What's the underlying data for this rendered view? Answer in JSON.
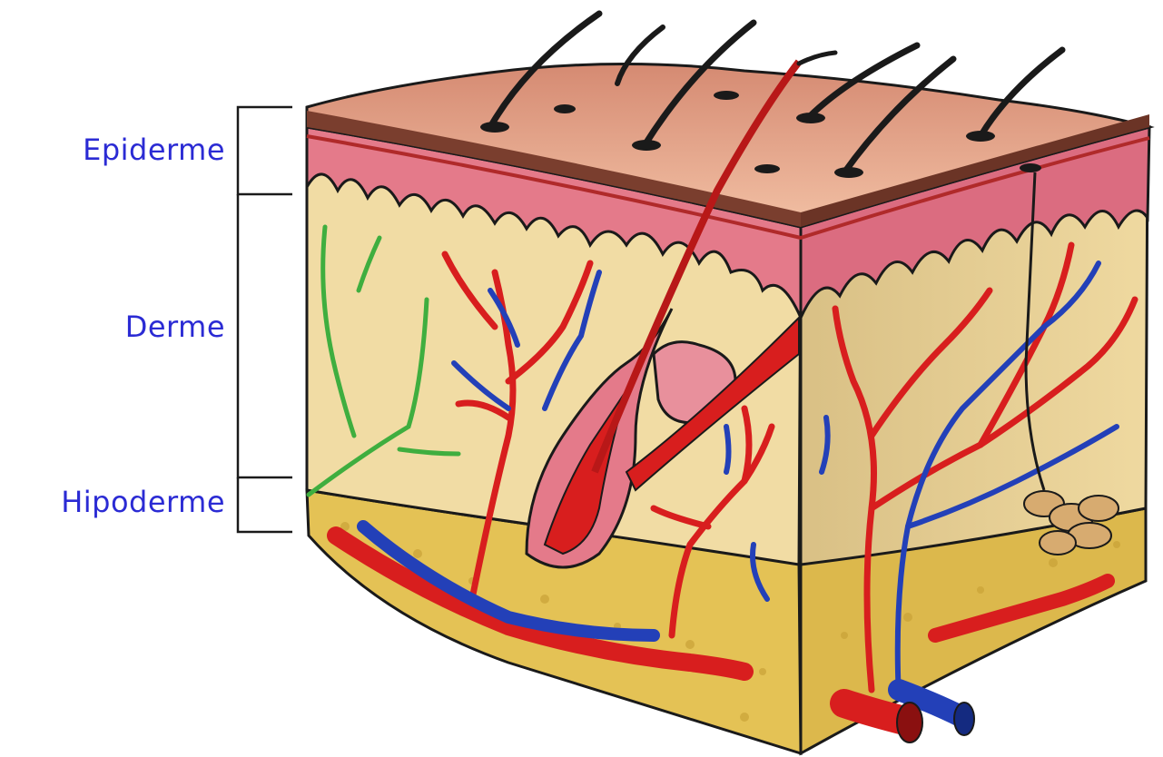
{
  "labels": {
    "epiderme": "Epiderme",
    "derme": "Derme",
    "hipoderme": "Hipoderme"
  },
  "colors": {
    "label": "#2b2bd4",
    "surface": "#e9a88c",
    "epidermis": "#e0788a",
    "dermis": "#f1dca4",
    "hypodermis": "#e6c45a",
    "artery": "#d81e1e",
    "vein": "#2340b8",
    "nerve": "#3fae3f",
    "hair": "#1a1a1a"
  }
}
